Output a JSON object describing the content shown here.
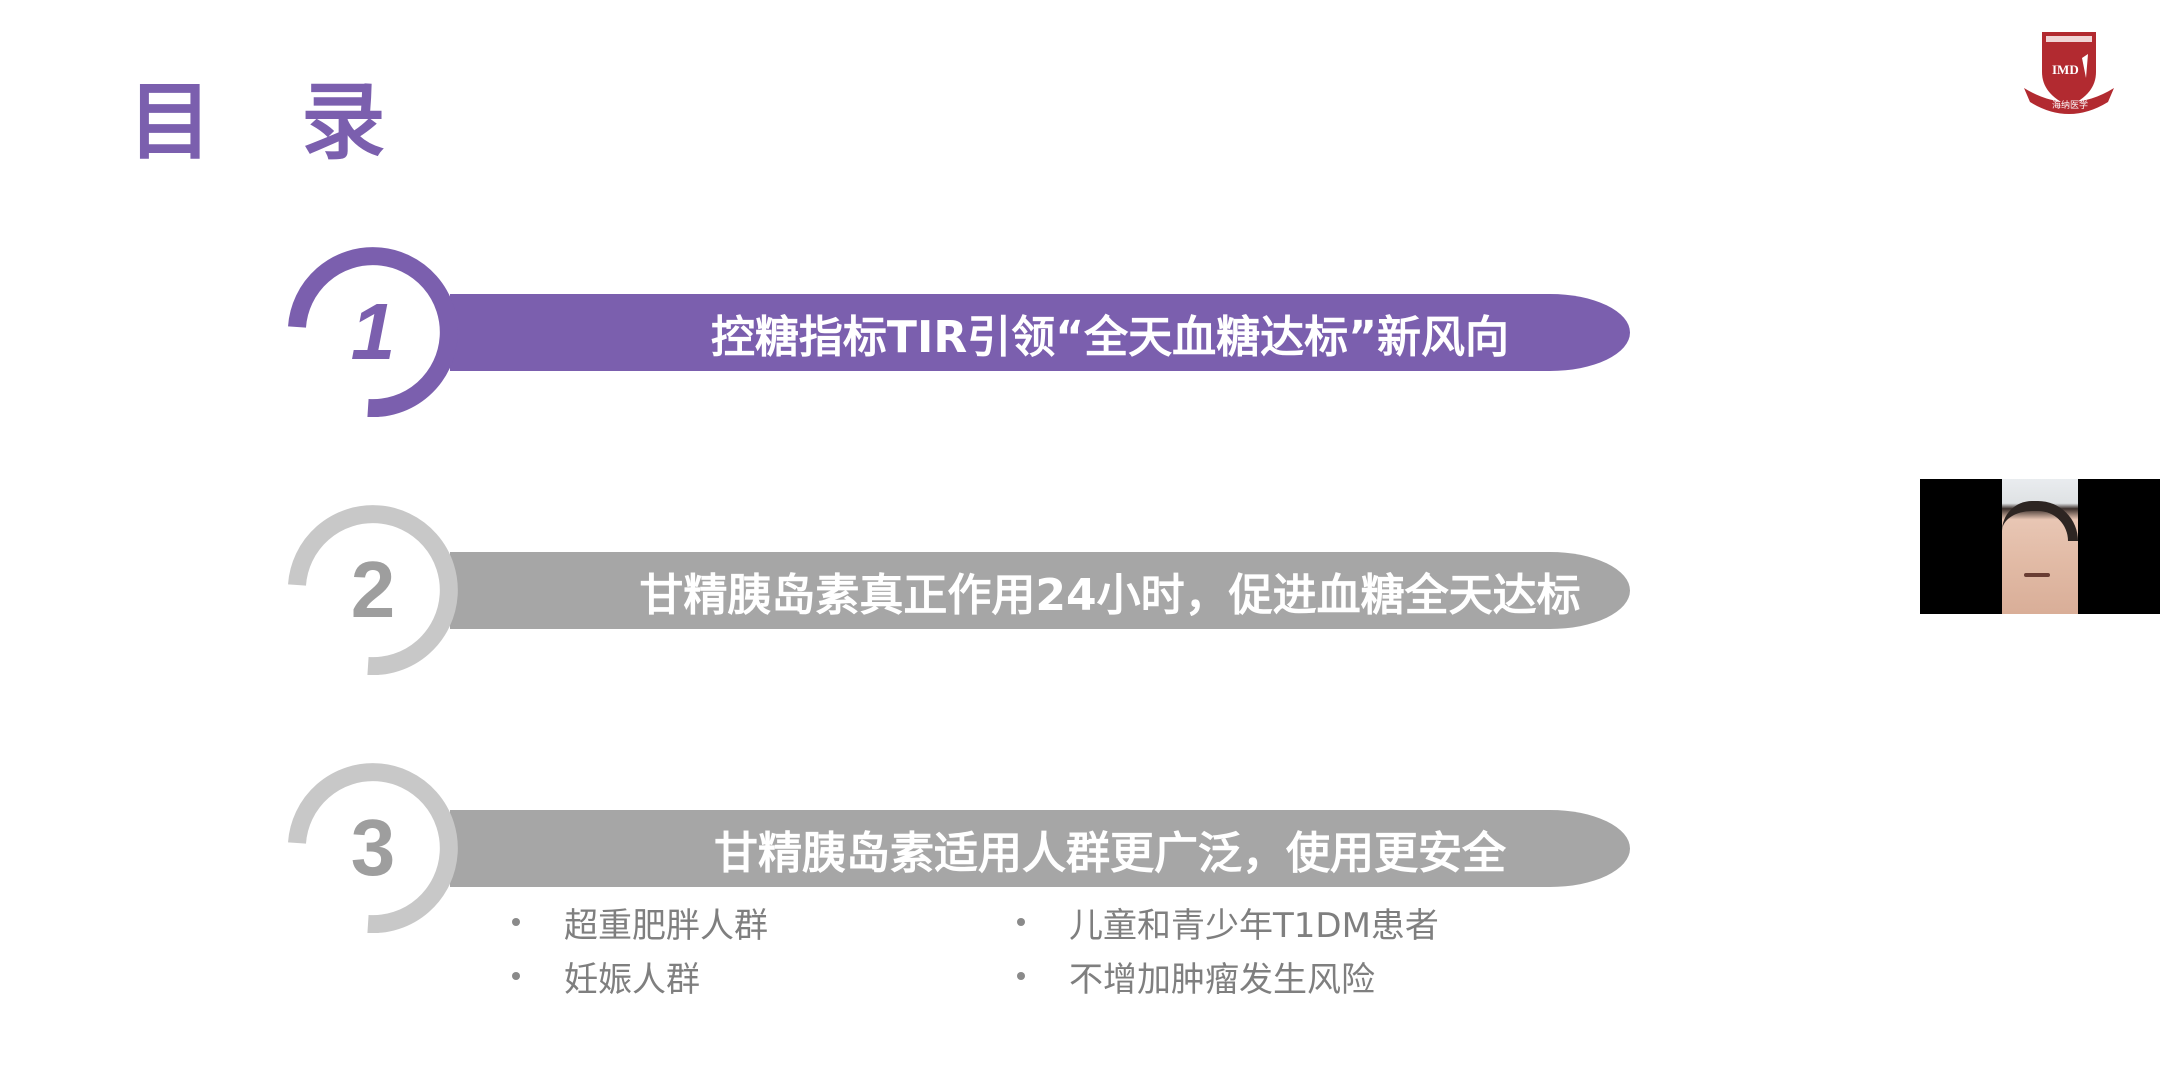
{
  "slide": {
    "title": "目 录",
    "logo": {
      "text": "IMD",
      "subtitle": "海纳医学",
      "color": "#b22a30"
    },
    "colors": {
      "active": "#7b5fae",
      "inactive_bar": "#a6a6a6",
      "inactive_ring": "#c8c8c8",
      "inactive_number": "#9e9e9e",
      "bullet_text": "#7f7f7f"
    },
    "items": [
      {
        "number": "1",
        "label": "控糖指标TIR引领“全天血糖达标”新风向",
        "active": true
      },
      {
        "number": "2",
        "label": "甘精胰岛素真正作用24小时，促进血糖全天达标",
        "active": false
      },
      {
        "number": "3",
        "label": "甘精胰岛素适用人群更广泛，使用更安全",
        "active": false
      }
    ],
    "sub_bullets": [
      "超重肥胖人群",
      "儿童和青少年T1DM患者",
      "妊娠人群",
      "不增加肿瘤发生风险"
    ]
  },
  "webcam": {
    "icon": "participant-video-thumbnail"
  }
}
